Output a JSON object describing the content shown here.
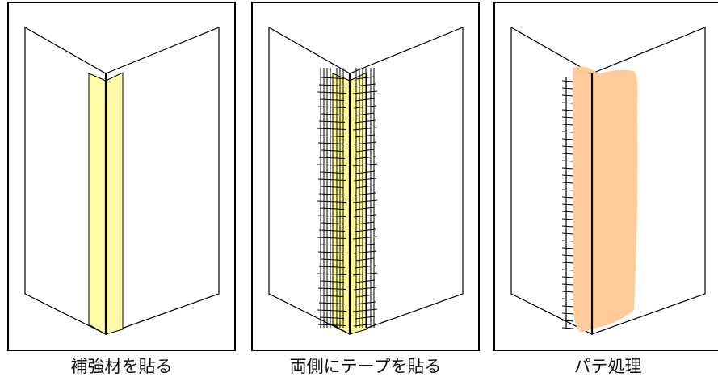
{
  "steps": [
    {
      "caption": "補強材を貼る"
    },
    {
      "caption": "両側にテープを貼る"
    },
    {
      "caption": "パテ処理"
    }
  ],
  "colors": {
    "reinforcement": "#fffaa8",
    "tape": "#fffa99",
    "putty": "#ffcc99",
    "mesh": "#000000",
    "frame": "#000000"
  }
}
